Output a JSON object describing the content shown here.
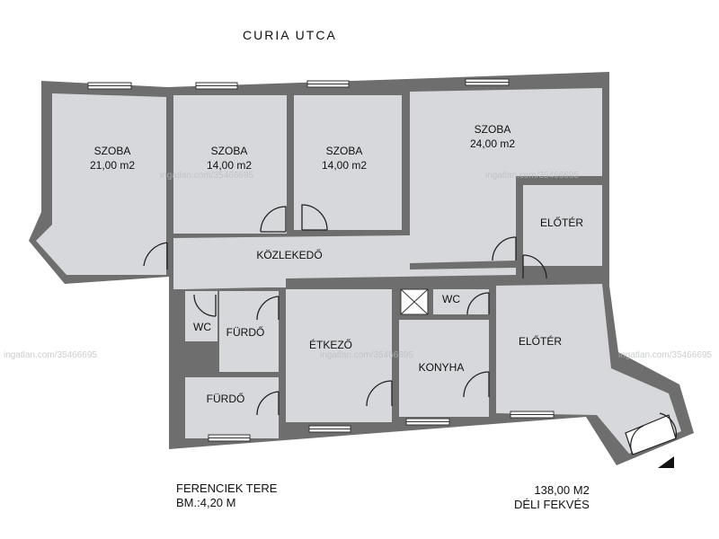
{
  "streets": {
    "north": "CURIA UTCA",
    "south": "FERENCIEK TERE"
  },
  "rooms": [
    {
      "id": "szoba-1",
      "name": "SZOBA",
      "area": "21,00 m2"
    },
    {
      "id": "szoba-2",
      "name": "SZOBA",
      "area": "14,00 m2"
    },
    {
      "id": "szoba-3",
      "name": "SZOBA",
      "area": "14,00 m2"
    },
    {
      "id": "szoba-4",
      "name": "SZOBA",
      "area": "24,00 m2"
    },
    {
      "id": "eloter-1",
      "name": "ELŐTÉR"
    },
    {
      "id": "kozlekedo",
      "name": "KÖZLEKEDŐ"
    },
    {
      "id": "wc-1",
      "name": "WC"
    },
    {
      "id": "furdo-1",
      "name": "FÜRDŐ"
    },
    {
      "id": "furdo-2",
      "name": "FÜRDŐ"
    },
    {
      "id": "etkezo",
      "name": "ÉTKEZŐ"
    },
    {
      "id": "wc-2",
      "name": "WC"
    },
    {
      "id": "konyha",
      "name": "KONYHA"
    },
    {
      "id": "eloter-2",
      "name": "ELŐTÉR"
    }
  ],
  "info": {
    "ceiling_height": "BM.:4,20 M",
    "total_area": "138,00  M2",
    "orientation": "DÉLI FEKVÉS"
  },
  "watermark": "ingatlan.com/35466695",
  "colors": {
    "wall": "#6e6e6e",
    "floor": "#d7d8dc",
    "door": "#222222",
    "window": "#444444"
  }
}
